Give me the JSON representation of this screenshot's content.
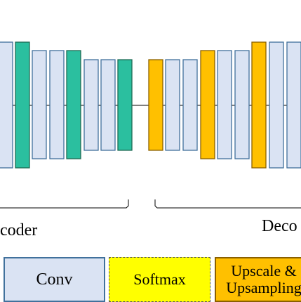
{
  "diagram": {
    "encoder_label": "coder",
    "decoder_label": "Deco",
    "colors": {
      "conv": "#dae3f3",
      "conv_border": "#41719c",
      "teal": "#2bbf9f",
      "teal_border": "#1f6b55",
      "yellow": "#ffff00",
      "orange": "#ffc000",
      "orange_border": "#8a6000"
    },
    "blocks": [
      {
        "type": "conv",
        "height": "tall"
      },
      {
        "type": "teal",
        "height": "tall"
      },
      {
        "type": "conv",
        "height": "mid"
      },
      {
        "type": "conv",
        "height": "mid"
      },
      {
        "type": "teal",
        "height": "mid"
      },
      {
        "type": "conv",
        "height": "short"
      },
      {
        "type": "conv",
        "height": "short"
      },
      {
        "type": "teal",
        "height": "short"
      },
      {
        "type": "orange",
        "height": "short"
      },
      {
        "type": "conv",
        "height": "short"
      },
      {
        "type": "conv",
        "height": "short"
      },
      {
        "type": "orange",
        "height": "mid"
      },
      {
        "type": "conv",
        "height": "mid"
      },
      {
        "type": "conv",
        "height": "mid"
      },
      {
        "type": "orange",
        "height": "tall"
      },
      {
        "type": "conv",
        "height": "tall"
      },
      {
        "type": "conv",
        "height": "tall"
      }
    ]
  },
  "legend": {
    "conv": "Conv",
    "softmax": "Softmax",
    "upscale_line1": "Upscale &",
    "upscale_line2": "Upsampling"
  }
}
